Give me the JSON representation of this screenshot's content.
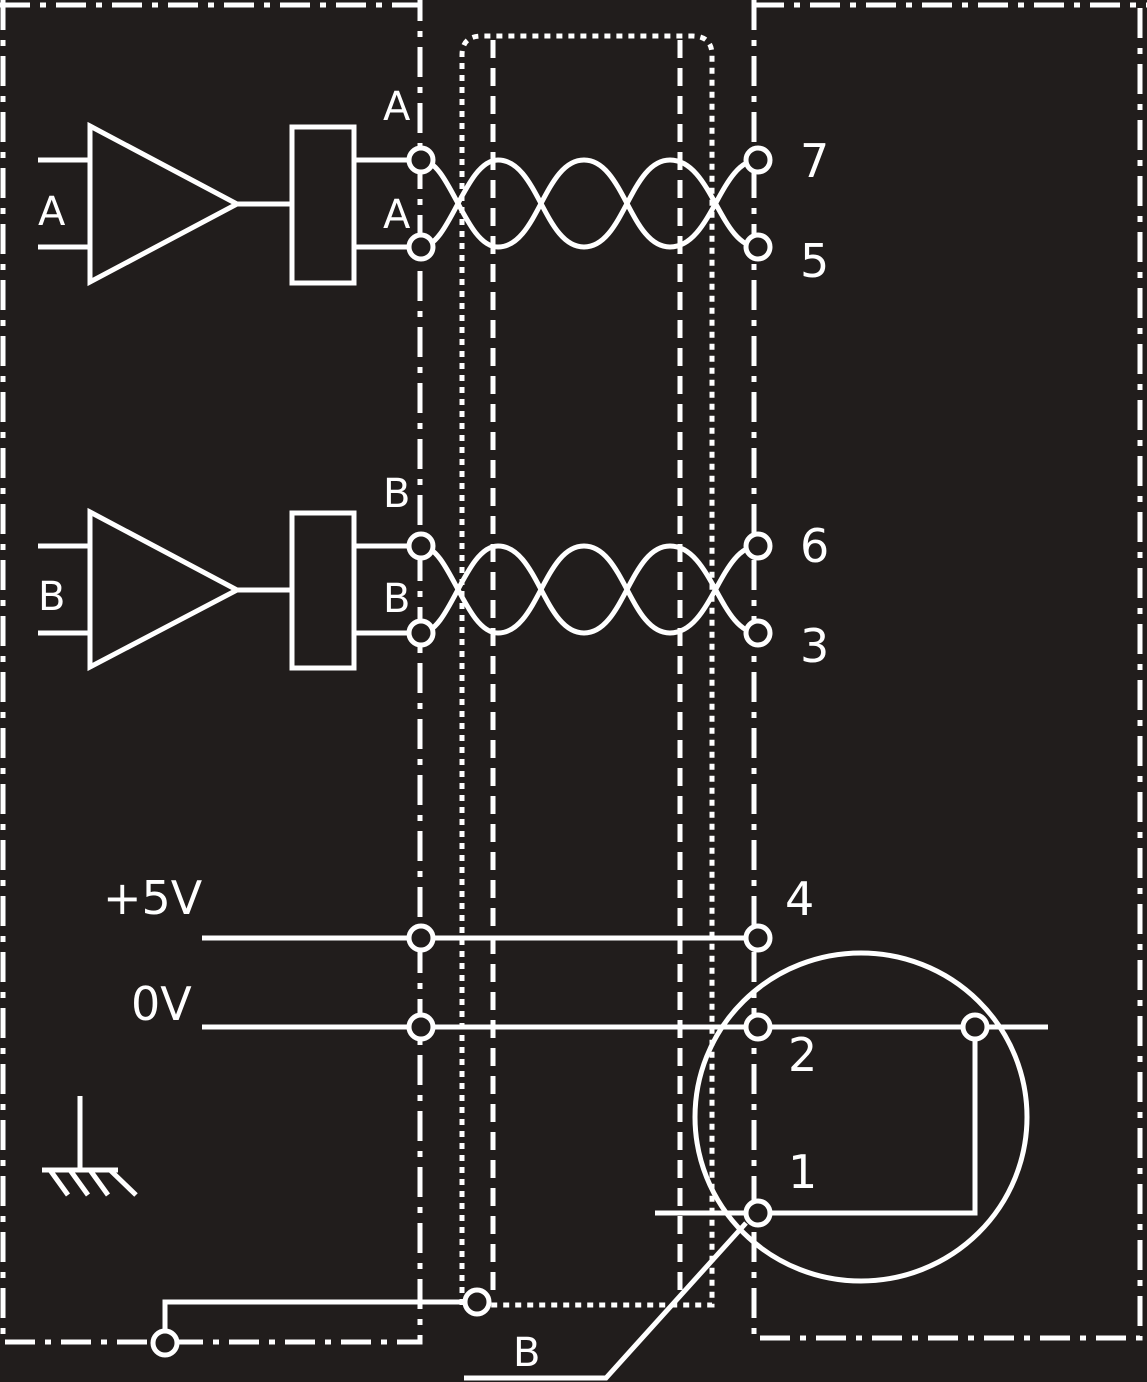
{
  "colors": {
    "background": "#211d1c",
    "line": "#ffffff"
  },
  "labels": {
    "input_a": "A",
    "output_a_top": "A",
    "output_a_bottom": "A",
    "input_b": "B",
    "output_b_top": "B",
    "output_b_bottom": "B",
    "supply_5v": "+5V",
    "supply_0v": "0V",
    "bottom_b": "B"
  },
  "pins": {
    "pin_7": "7",
    "pin_5": "5",
    "pin_6": "6",
    "pin_3": "3",
    "pin_4": "4",
    "pin_2": "2",
    "pin_1": "1"
  }
}
